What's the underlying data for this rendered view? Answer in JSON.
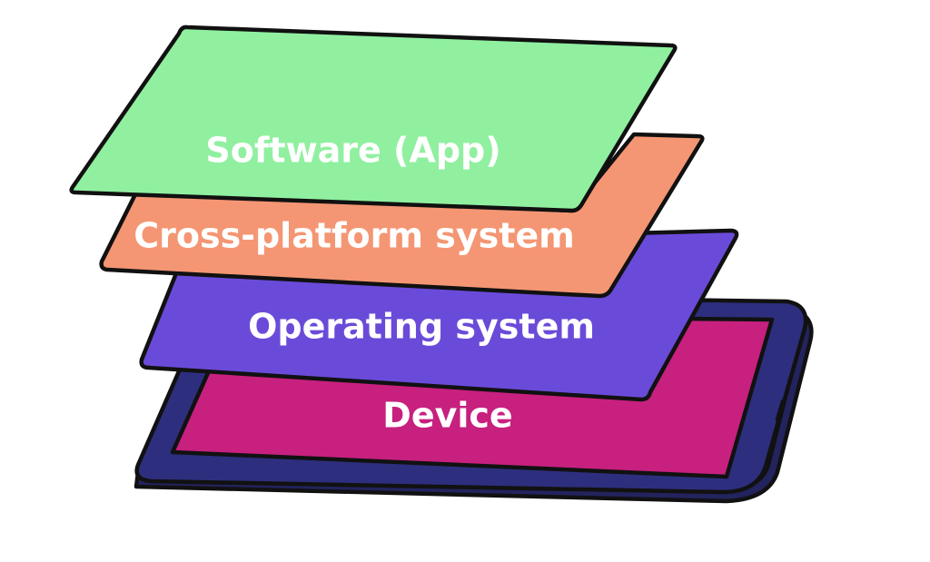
{
  "layers": [
    {
      "id": "app",
      "label": "Software (App)",
      "color": "#90f0a0"
    },
    {
      "id": "cross",
      "label": "Cross-platform system",
      "color": "#f49673"
    },
    {
      "id": "os",
      "label": "Operating system",
      "color": "#6a4bd9"
    },
    {
      "id": "device",
      "label": "Device",
      "color": "#c7207f"
    }
  ],
  "device_frame": {
    "color": "#2e2e7e",
    "edge_color": "#23235e"
  }
}
